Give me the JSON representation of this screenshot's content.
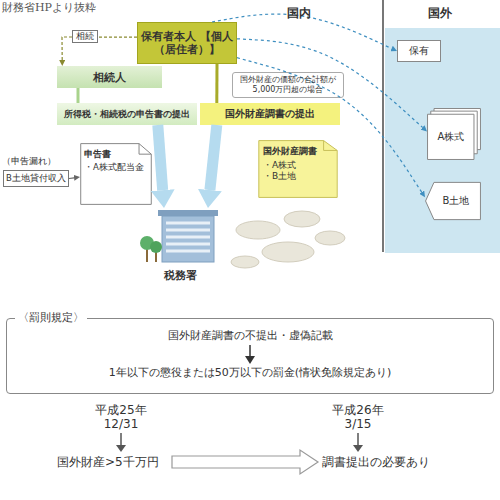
{
  "diagram": {
    "nodes": [
      {
        "text": [
          "保有者本人 【個人（居住者）】"
        ]
      },
      {
        "text": [
          "相続人"
        ]
      },
      {
        "text": [
          "国外財産の価額の合計額が5,000万円超の場合"
        ]
      },
      {
        "text": [
          "所得税・相続税の申告書の提出"
        ]
      },
      {
        "text": [
          "国外財産調書の提出"
        ]
      },
      {
        "text": [
          "保有"
        ]
      },
      {
        "text": [
          "A株式"
        ]
      },
      {
        "text": [
          "B土地"
        ]
      },
      {
        "text": [
          "申告書",
          "・A株式配当金"
        ]
      },
      {
        "text": [
          "（申告漏れ）",
          "B土地貸付収入"
        ]
      },
      {
        "text": [
          "国外財産調書",
          "・A株式",
          "・B土地"
        ]
      },
      {
        "text": [
          "税務署"
        ]
      },
      {
        "text": [
          "〈罰則規定〉",
          "国外財産調書の不提出・虚偽記載",
          "1年以下の懲役または50万以下の罰金(情状免除規定あり)"
        ]
      }
    ],
    "edges": [
      {
        "from": 0,
        "to": 1,
        "label": "相続",
        "arrow": "to"
      },
      {
        "from": 0,
        "to": 4,
        "arrow": "none"
      },
      {
        "from": 1,
        "to": 3,
        "arrow": "none"
      },
      {
        "from": 3,
        "to": 11,
        "arrow": "to"
      },
      {
        "from": 4,
        "to": 11,
        "arrow": "to"
      },
      {
        "from": 9,
        "to": 8,
        "arrow": "to"
      },
      {
        "from": 0,
        "to": 5,
        "arrow": "to"
      },
      {
        "from": 0,
        "to": 6,
        "arrow": "to"
      },
      {
        "from": 0,
        "to": 7,
        "arrow": "to"
      }
    ],
    "labels": [
      "財務省HPより抜粋",
      "国内",
      "国外",
      "平成25年",
      "12/31",
      "平成26年",
      "3/15",
      "国外財産>5千万円",
      "調書提出の必要あり"
    ]
  }
}
